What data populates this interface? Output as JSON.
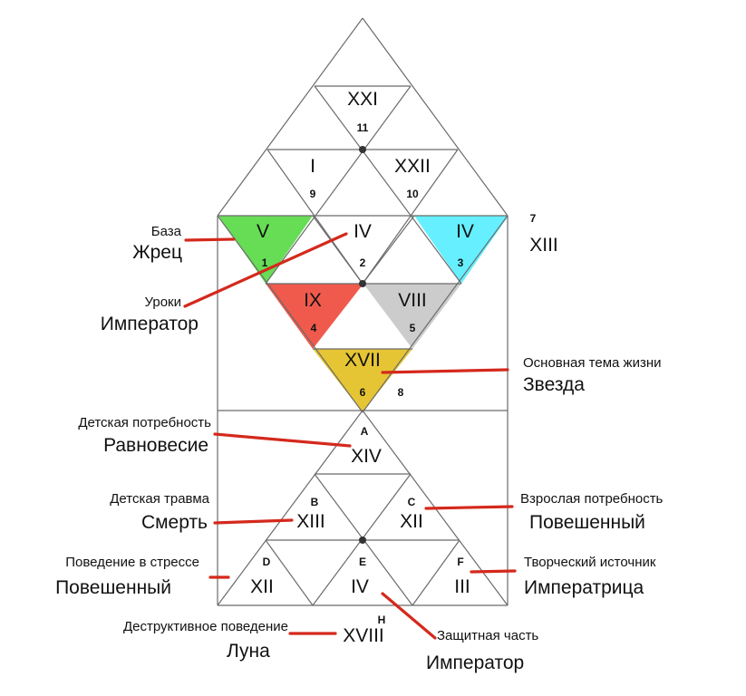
{
  "colors": {
    "green": "#66dd55",
    "cyan": "#66efff",
    "red": "#ef5a4c",
    "gray": "#cccccc",
    "yellow": "#e5c533",
    "annotation_line": "#d4291c",
    "grid": "#6b6b6b"
  },
  "cells": {
    "xxi": "XXI",
    "n11": "11",
    "i": "I",
    "n9": "9",
    "xxii": "XXII",
    "n10": "10",
    "v": "V",
    "n1": "1",
    "iv_top": "IV",
    "n2": "2",
    "iv_right": "IV",
    "n3": "3",
    "ix": "IX",
    "n4": "4",
    "viii": "VIII",
    "n5": "5",
    "xvii": "XVII",
    "n6": "6",
    "n7": "7",
    "xiii_side": "XIII",
    "n8": "8",
    "a": "A",
    "xiv": "XIV",
    "b": "B",
    "xiii": "XIII",
    "c": "C",
    "xii_c": "XII",
    "d": "D",
    "xii_d": "XII",
    "e": "E",
    "iv_e": "IV",
    "f": "F",
    "iii": "III",
    "h": "H",
    "xviii": "XVIII"
  },
  "labels": {
    "baza_small": "База",
    "baza_big": "Жрец",
    "uroki_small": "Уроки",
    "uroki_big": "Император",
    "tema_small": "Основная тема жизни",
    "tema_big": "Звезда",
    "det_potr_small": "Детская потребность",
    "det_potr_big": "Равновесие",
    "det_travma_small": "Детская травма",
    "det_travma_big": "Смерть",
    "vzr_potr_small": "Взрослая потребность",
    "vzr_potr_big": "Повешенный",
    "stress_small": "Поведение в стрессе",
    "stress_big": "Повешенный",
    "tvor_small": "Творческий источник",
    "tvor_big": "Императрица",
    "destr_small": "Деструктивное поведение",
    "destr_big": "Луна",
    "zash_small": "Защитная часть",
    "zash_big": "Император"
  }
}
